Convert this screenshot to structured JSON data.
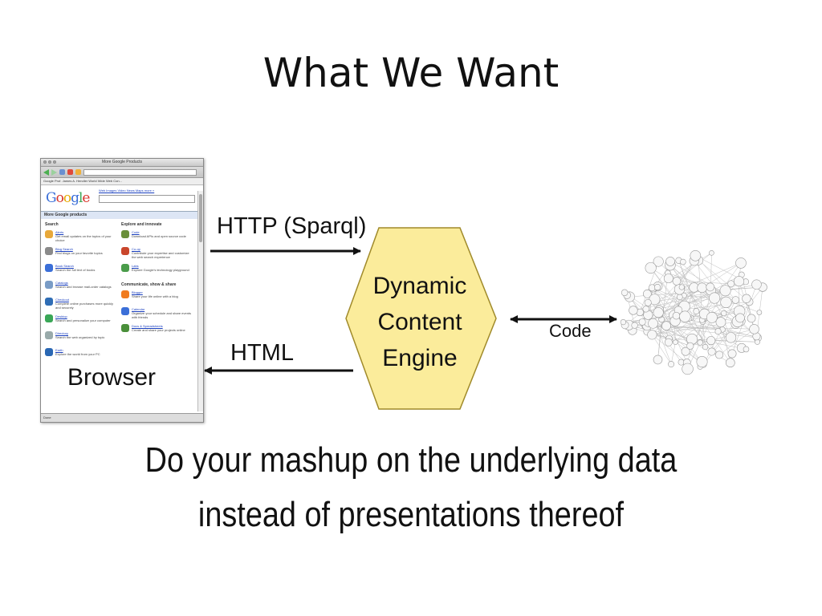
{
  "slide": {
    "title": "What We Want"
  },
  "browser": {
    "label": "Browser",
    "window_title": "More Google Products",
    "bookmarks": "Google   Prof. James A. Hendler   World Wide Web Con...",
    "logo": "Google",
    "nav_links": "Web  Images  Video  News  Maps  more »",
    "bar_title": "More Google products",
    "status": "Done",
    "left_column": {
      "heading": "Search",
      "items": [
        {
          "name": "Alerts",
          "desc": "Get email updates on the topics of your choice",
          "color": "#e8a83a"
        },
        {
          "name": "Blog Search",
          "desc": "Find blogs on your favorite topics",
          "color": "#8a8a8a"
        },
        {
          "name": "Book Search",
          "desc": "Search the full text of books",
          "color": "#3b6fd8"
        },
        {
          "name": "Catalogs",
          "desc": "Search and browse mail-order catalogs",
          "color": "#7a9cc6"
        },
        {
          "name": "Checkout",
          "desc": "Complete online purchases more quickly and securely",
          "color": "#2f6db5"
        },
        {
          "name": "Desktop",
          "desc": "Search and personalize your computer",
          "color": "#3aa757"
        },
        {
          "name": "Directory",
          "desc": "Search the web organized by topic",
          "color": "#9aa"
        },
        {
          "name": "Earth",
          "desc": "Explore the world from your PC",
          "color": "#2a67b3"
        }
      ]
    },
    "right_column": {
      "heading": "Explore and innovate",
      "items": [
        {
          "name": "Code",
          "desc": "Download APIs and open source code",
          "color": "#6a8f3a"
        },
        {
          "name": "Co-op",
          "desc": "Contribute your expertise and customize the web search experience",
          "color": "#c9462c"
        },
        {
          "name": "Labs",
          "desc": "Explore Google's technology playground",
          "color": "#4a9c4a"
        }
      ],
      "heading2": "Communicate, show & share",
      "items2": [
        {
          "name": "Blogger",
          "desc": "Share your life online with a blog",
          "color": "#f07b1f"
        },
        {
          "name": "Calendar",
          "desc": "Organize your schedule and share events with friends",
          "color": "#3b6fd8"
        },
        {
          "name": "Docs & Spreadsheets",
          "desc": "Create and share your projects online",
          "color": "#4a8f3a"
        }
      ]
    }
  },
  "labels": {
    "http_sparql": "HTTP (Sparql)",
    "html": "HTML",
    "code": "Code"
  },
  "engine": {
    "line1": "Dynamic",
    "line2": "Content",
    "line3": "Engine",
    "fill": "#fbec9b",
    "stroke": "#a08a2a"
  },
  "caption": {
    "line1": "Do your mashup on the underlying data",
    "line2": "instead of presentations thereof"
  }
}
